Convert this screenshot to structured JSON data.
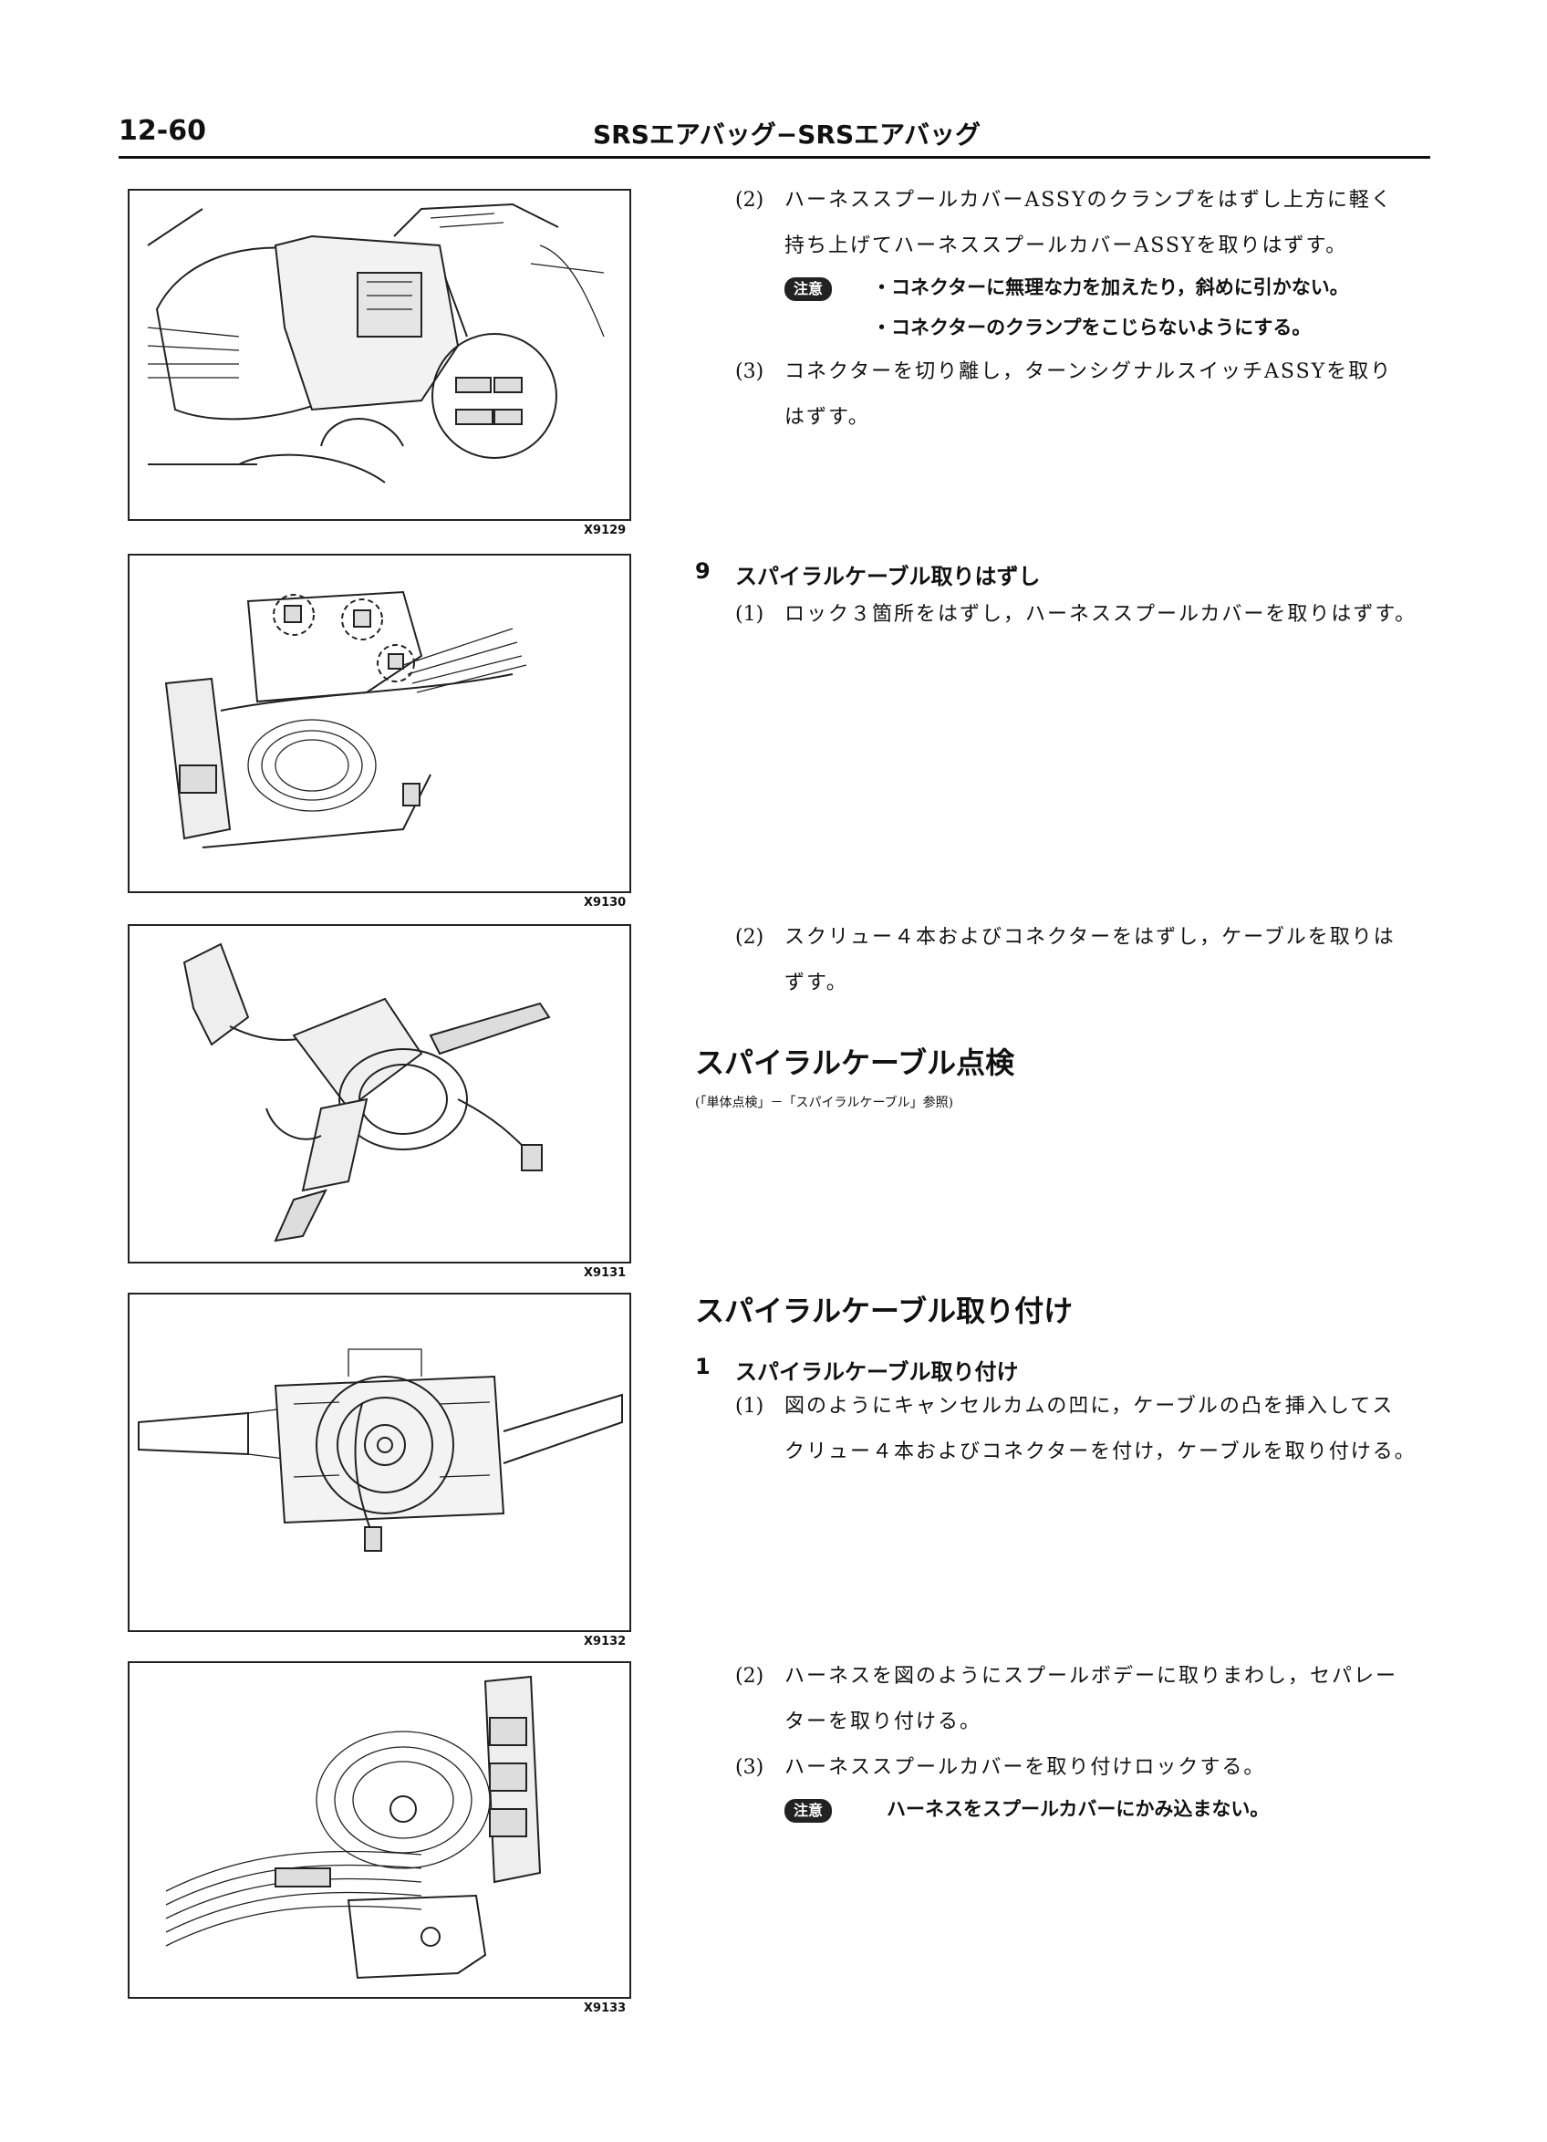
{
  "header": {
    "page_number": "12-60",
    "title": "SRSエアバッグ−SRSエアバッグ"
  },
  "figures": [
    {
      "id": "X9129"
    },
    {
      "id": "X9130"
    },
    {
      "id": "X9131"
    },
    {
      "id": "X9132"
    },
    {
      "id": "X9133"
    }
  ],
  "section_removal": {
    "step2": {
      "num": "(2)",
      "line1": "ハーネススプールカバーASSYのクランプをはずし上方に軽く",
      "line2": "持ち上げてハーネススプールカバーASSYを取りはずす。"
    },
    "caution1": {
      "label": "注意",
      "item1": "・コネクターに無理な力を加えたり，斜めに引かない。",
      "item2": "・コネクターのクランプをこじらないようにする。"
    },
    "step3": {
      "num": "(3)",
      "line1": "コネクターを切り離し，ターンシグナルスイッチASSYを取り",
      "line2": "はずす。"
    }
  },
  "section9": {
    "heading_num": "9",
    "heading": "スパイラルケーブル取りはずし",
    "step1": {
      "num": "(1)",
      "line1": "ロック３箇所をはずし，ハーネススプールカバーを取りはずす。"
    },
    "step2": {
      "num": "(2)",
      "line1": "スクリュー４本およびコネクターをはずし，ケーブルを取りは",
      "line2": "ずす。"
    }
  },
  "section_inspection": {
    "heading": "スパイラルケーブル点検",
    "note": "(「単体点検」－「スパイラルケーブル」参照)"
  },
  "section_install": {
    "heading": "スパイラルケーブル取り付け",
    "sub_num": "1",
    "sub_heading": "スパイラルケーブル取り付け",
    "step1": {
      "num": "(1)",
      "line1": "図のようにキャンセルカムの凹に，ケーブルの凸を挿入してス",
      "line2": "クリュー４本およびコネクターを付け，ケーブルを取り付ける。"
    },
    "step2": {
      "num": "(2)",
      "line1": "ハーネスを図のようにスプールボデーに取りまわし，セパレー",
      "line2": "ターを取り付ける。"
    },
    "step3": {
      "num": "(3)",
      "line1": "ハーネススプールカバーを取り付けロックする。"
    },
    "caution2": {
      "label": "注意",
      "text": "ハーネスをスプールカバーにかみ込まない。"
    }
  }
}
